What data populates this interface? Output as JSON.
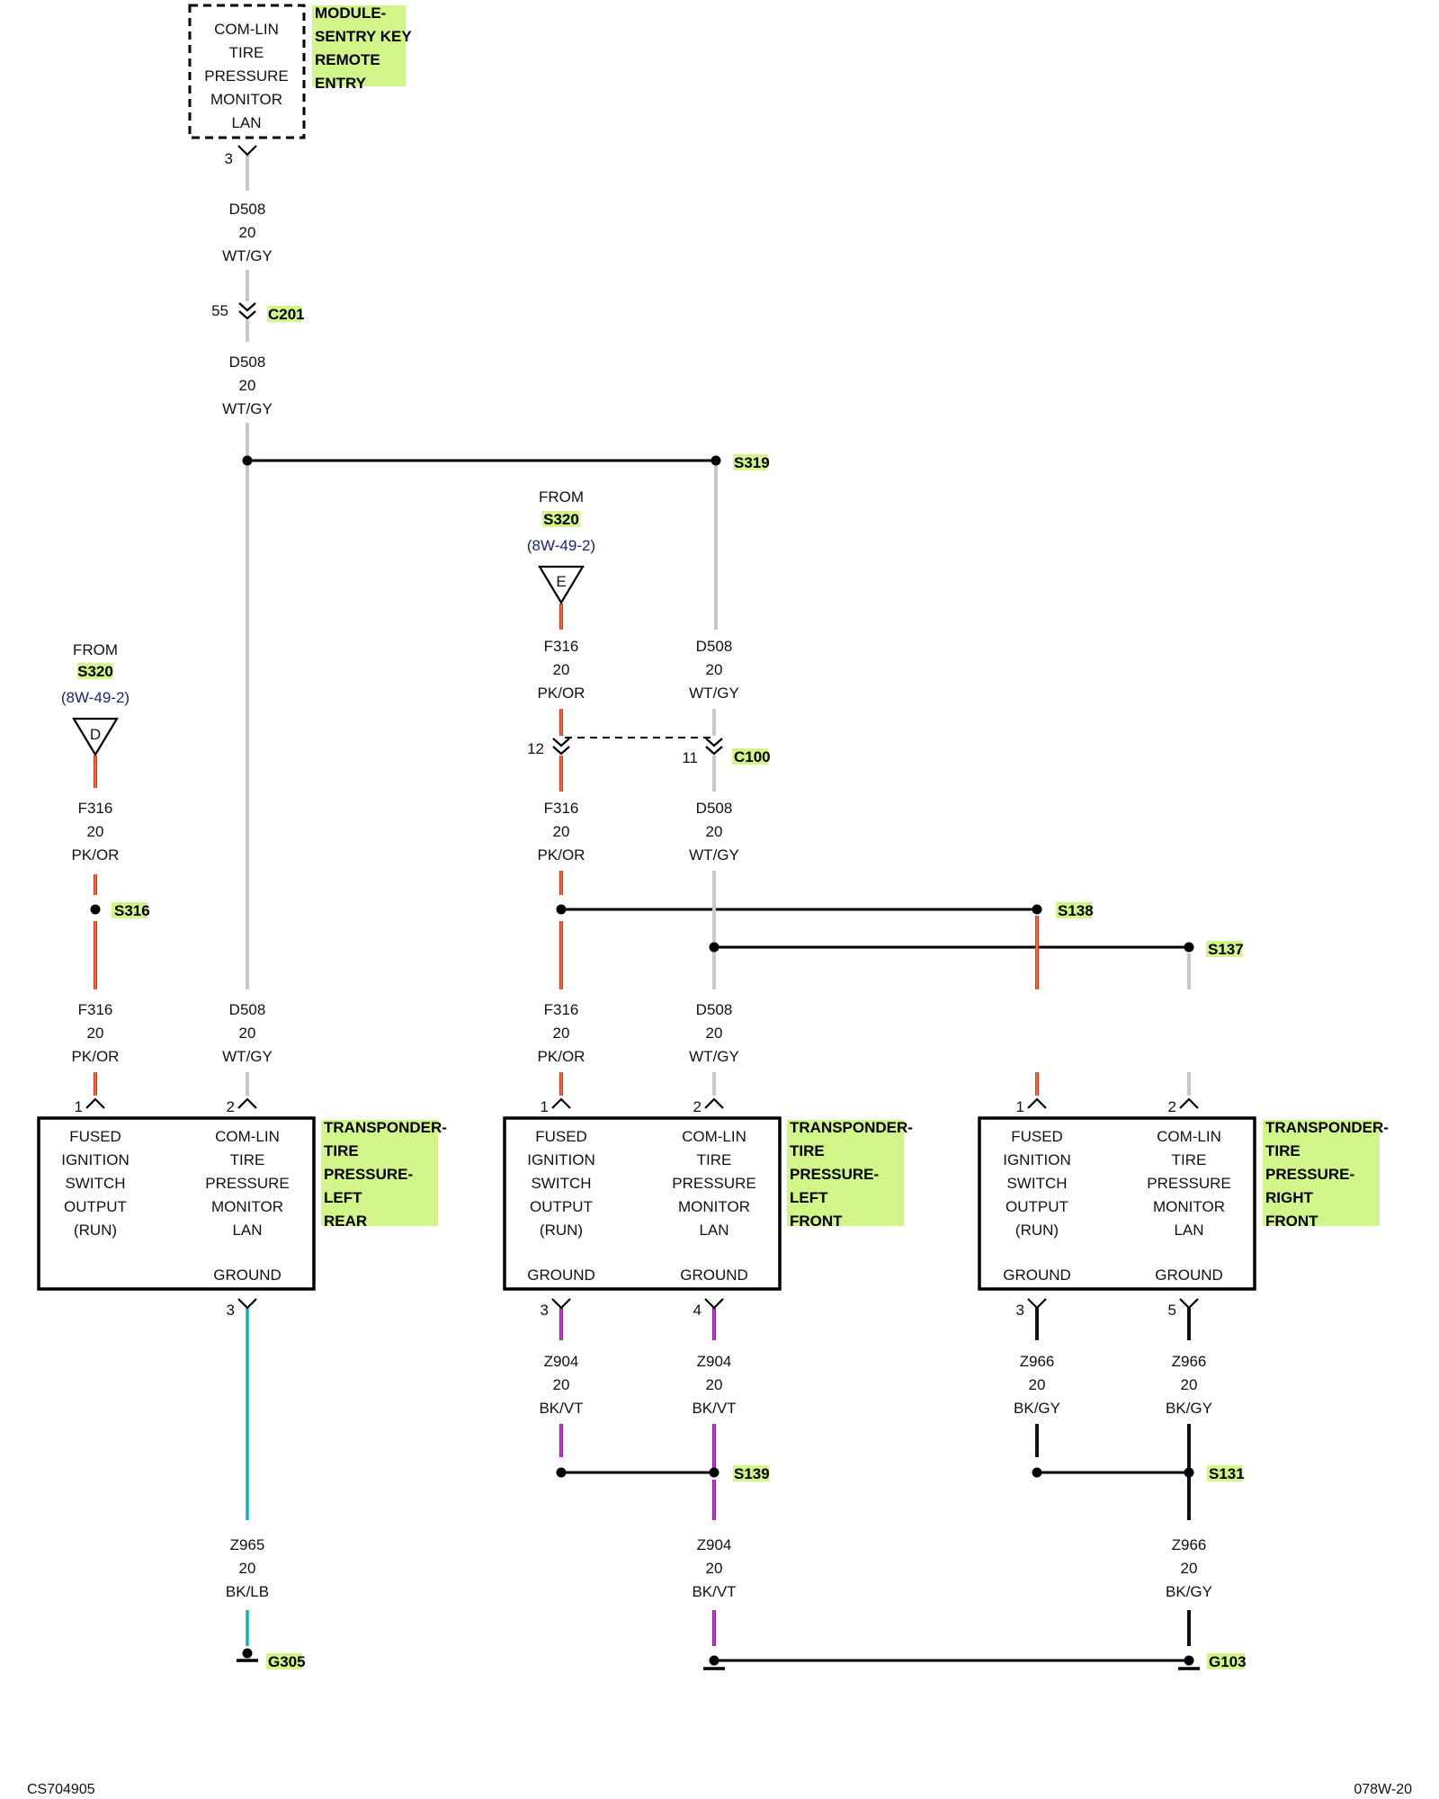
{
  "colors": {
    "wt_gy": "#c8c8c8",
    "pk_or": "#e8282a",
    "pk_or_core": "#f29a1c",
    "bk_vt": "#8a1aa8",
    "bk_lb": "#40d0e0",
    "bk_gy": "#111111",
    "highlight": "#d2f58a",
    "reference": "#1a237e"
  },
  "top_module": {
    "lines": [
      "COM-LIN",
      "TIRE",
      "PRESSURE",
      "MONITOR",
      "LAN"
    ],
    "tag": [
      "MODULE-",
      "SENTRY KEY",
      "REMOTE",
      "ENTRY"
    ],
    "pin": "3"
  },
  "wire_labels": {
    "d508_a": [
      "D508",
      "20",
      "WT/GY"
    ],
    "d508_b": [
      "D508",
      "20",
      "WT/GY"
    ],
    "d508_c": [
      "D508",
      "20",
      "WT/GY"
    ],
    "d508_d": [
      "D508",
      "20",
      "WT/GY"
    ],
    "d508_e": [
      "D508",
      "20",
      "WT/GY"
    ],
    "d508_f": [
      "D508",
      "20",
      "WT/GY"
    ],
    "f316_a": [
      "F316",
      "20",
      "PK/OR"
    ],
    "f316_b": [
      "F316",
      "20",
      "PK/OR"
    ],
    "f316_c": [
      "F316",
      "20",
      "PK/OR"
    ],
    "f316_d": [
      "F316",
      "20",
      "PK/OR"
    ],
    "f316_e": [
      "F316",
      "20",
      "PK/OR"
    ],
    "z965": [
      "Z965",
      "20",
      "BK/LB"
    ],
    "z904_a": [
      "Z904",
      "20",
      "BK/VT"
    ],
    "z904_b": [
      "Z904",
      "20",
      "BK/VT"
    ],
    "z904_c": [
      "Z904",
      "20",
      "BK/VT"
    ],
    "z966_a": [
      "Z966",
      "20",
      "BK/GY"
    ],
    "z966_b": [
      "Z966",
      "20",
      "BK/GY"
    ],
    "z966_c": [
      "Z966",
      "20",
      "BK/GY"
    ]
  },
  "connectors": {
    "c201": {
      "name": "C201",
      "pin": "55"
    },
    "c100": {
      "name": "C100",
      "pin_left": "12",
      "pin_right": "11"
    }
  },
  "splices": [
    "S319",
    "S316",
    "S138",
    "S137",
    "S139",
    "S131"
  ],
  "grounds": [
    "G305",
    "G103"
  ],
  "from_left": {
    "from": "FROM",
    "splice": "S320",
    "ref": "(8W-49-2)",
    "letter": "D"
  },
  "from_mid": {
    "from": "FROM",
    "splice": "S320",
    "ref": "(8W-49-2)",
    "letter": "E"
  },
  "transponders": [
    {
      "left_lines": [
        "FUSED",
        "IGNITION",
        "SWITCH",
        "OUTPUT",
        "(RUN)"
      ],
      "right_lines": [
        "COM-LIN",
        "TIRE",
        "PRESSURE",
        "MONITOR",
        "LAN"
      ],
      "ground_left": "",
      "ground_right": "GROUND",
      "tag": [
        "TRANSPONDER-",
        "TIRE",
        "PRESSURE-",
        "LEFT",
        "REAR"
      ],
      "pins_top": [
        "1",
        "2"
      ],
      "pins_bottom": [
        "",
        "3"
      ]
    },
    {
      "left_lines": [
        "FUSED",
        "IGNITION",
        "SWITCH",
        "OUTPUT",
        "(RUN)"
      ],
      "right_lines": [
        "COM-LIN",
        "TIRE",
        "PRESSURE",
        "MONITOR",
        "LAN"
      ],
      "ground_left": "GROUND",
      "ground_right": "GROUND",
      "tag": [
        "TRANSPONDER-",
        "TIRE",
        "PRESSURE-",
        "LEFT",
        "FRONT"
      ],
      "pins_top": [
        "1",
        "2"
      ],
      "pins_bottom": [
        "3",
        "4"
      ]
    },
    {
      "left_lines": [
        "FUSED",
        "IGNITION",
        "SWITCH",
        "OUTPUT",
        "(RUN)"
      ],
      "right_lines": [
        "COM-LIN",
        "TIRE",
        "PRESSURE",
        "MONITOR",
        "LAN"
      ],
      "ground_left": "GROUND",
      "ground_right": "GROUND",
      "tag": [
        "TRANSPONDER-",
        "TIRE",
        "PRESSURE-",
        "RIGHT",
        "FRONT"
      ],
      "pins_top": [
        "1",
        "2"
      ],
      "pins_bottom": [
        "3",
        "5"
      ]
    }
  ],
  "footer": {
    "left": "CS704905",
    "right": "078W-20"
  }
}
